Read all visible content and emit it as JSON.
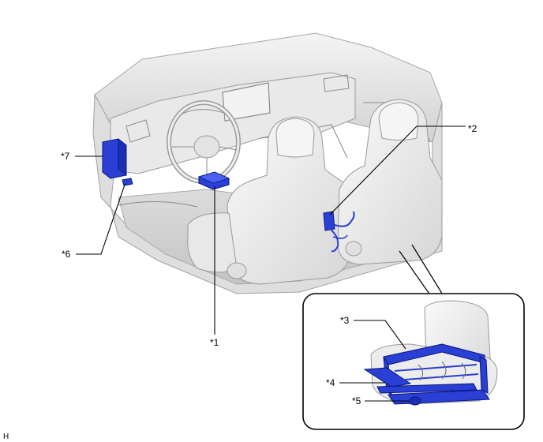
{
  "callouts": {
    "c1": "*1",
    "c2": "*2",
    "c3": "*3",
    "c4": "*4",
    "c5": "*5",
    "c6": "*6",
    "c7": "*7"
  },
  "figure_code": "H",
  "colors": {
    "component_fill": "#2a3fd4",
    "component_stroke": "#0b1680",
    "vehicle_body": "#e6e6e6",
    "seat": "#ededed"
  }
}
